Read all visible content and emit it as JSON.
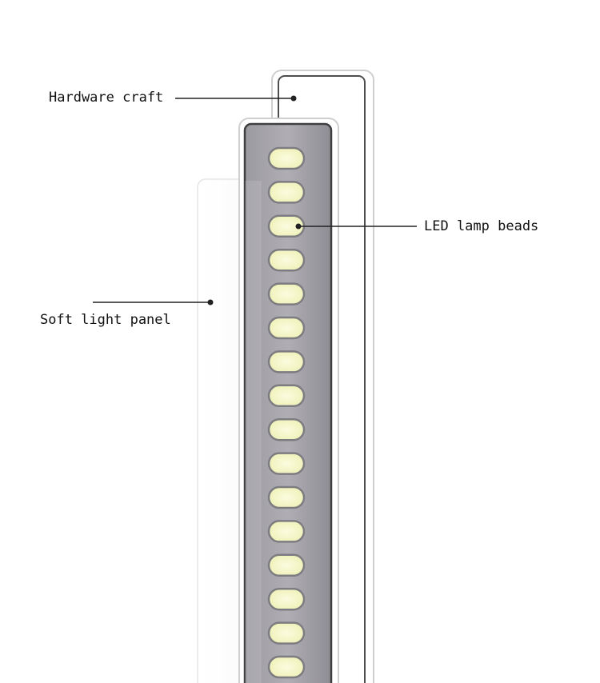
{
  "callouts": {
    "hardware_craft": "Hardware craft",
    "led_lamp_beads": "LED lamp beads",
    "soft_light_panel": "Soft light panel"
  },
  "led_bead_count": 16,
  "colors": {
    "background": "#ffffff",
    "housing_outline": "#c8c8c8",
    "housing_inner_outline": "#4a4a4a",
    "led_strip": "#a9a7ad",
    "bead_fill": "#f6f7c9",
    "bead_outline": "#7d7c80",
    "leader_line": "#222222"
  }
}
